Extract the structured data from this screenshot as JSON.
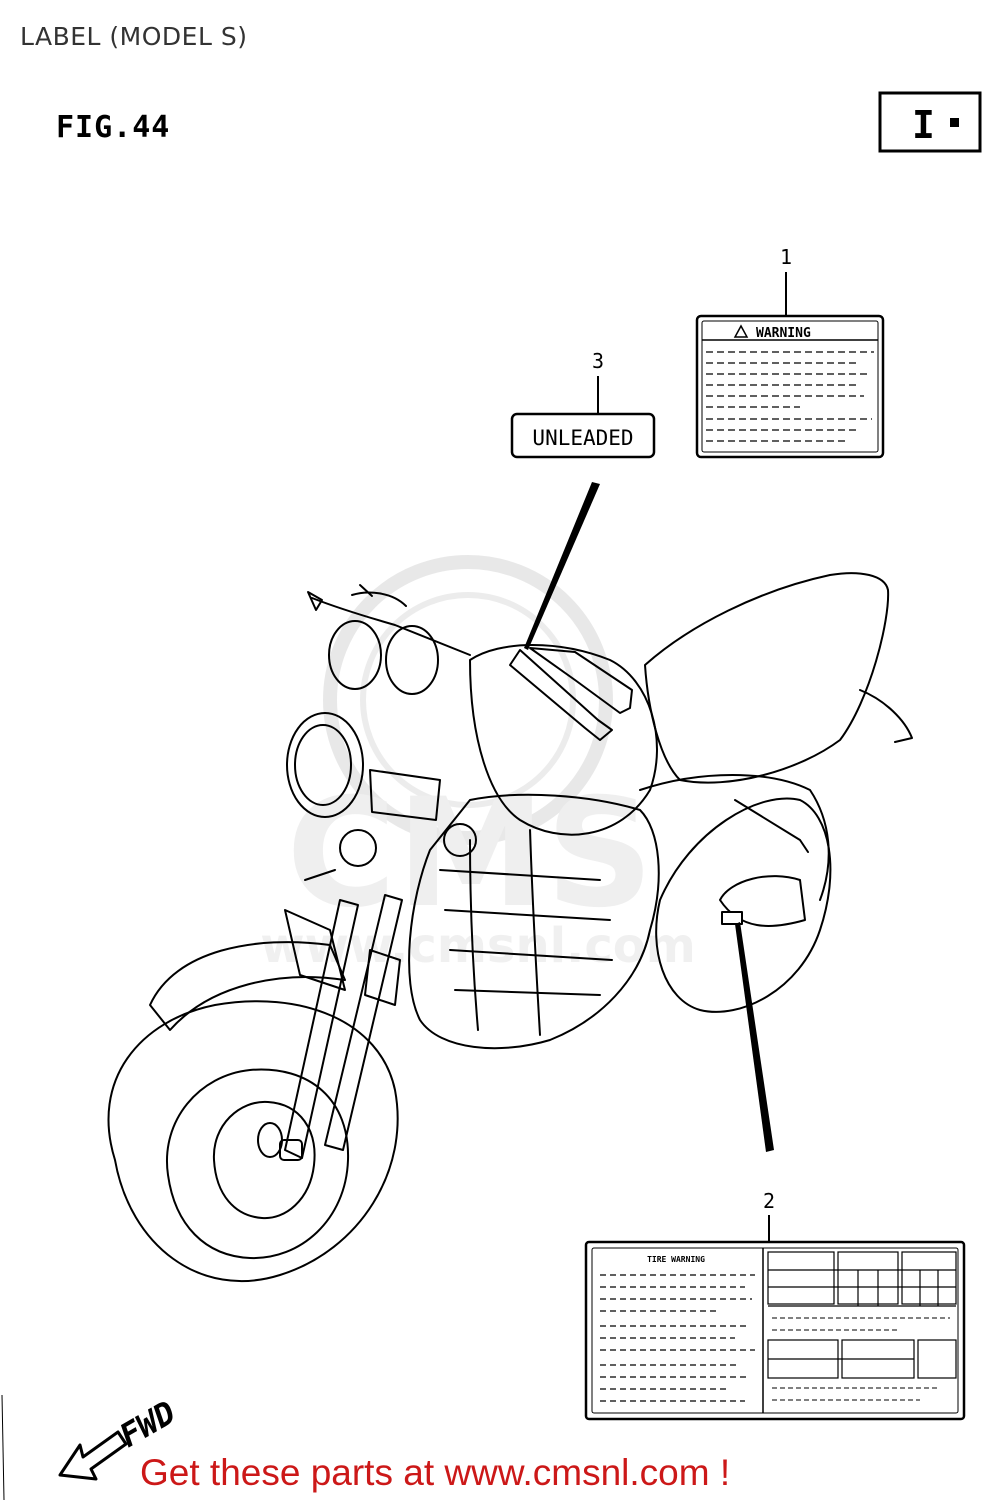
{
  "page": {
    "heading": "LABEL (MODEL S)"
  },
  "figure": {
    "label": "FIG.44",
    "corner_box_text": "I",
    "direction_label": "FWD",
    "watermark_text": "CMS",
    "watermark_url": "www.cmsnl.com"
  },
  "callouts": [
    {
      "number": "1",
      "label_title": "WARNING"
    },
    {
      "number": "2",
      "label_title": "TIRE WARNING"
    },
    {
      "number": "3",
      "label_title": "UNLEADED"
    }
  ],
  "promo": {
    "text": "Get these parts at www.cmsnl.com !"
  },
  "colors": {
    "line": "#000000",
    "promo": "#cc1818",
    "heading": "#333333",
    "watermark": "#cfcfcf"
  }
}
